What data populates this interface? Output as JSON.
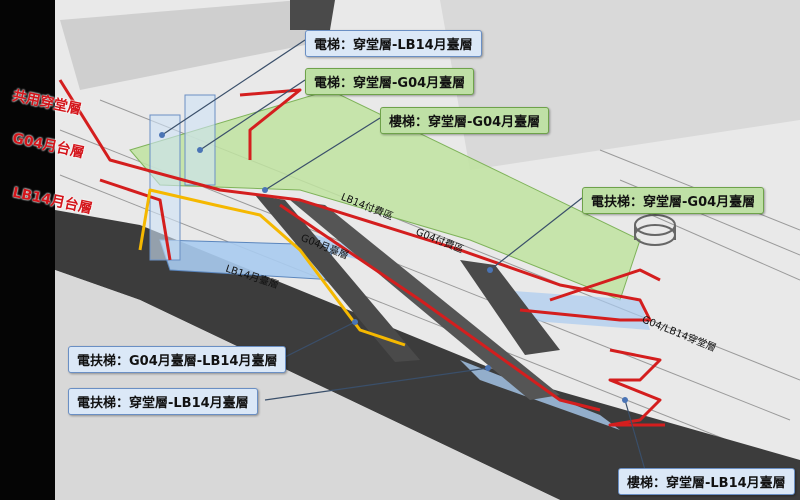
{
  "floor_labels": {
    "concourse": "共用穿堂層",
    "g04_platform": "G04月台層",
    "lb14_platform": "LB14月台層"
  },
  "callouts": {
    "elevator_concourse_lb14": "電梯：穿堂層-LB14月臺層",
    "elevator_concourse_g04": "電梯：穿堂層-G04月臺層",
    "stair_concourse_g04": "樓梯：穿堂層-G04月臺層",
    "escalator_concourse_g04": "電扶梯：穿堂層-G04月臺層",
    "escalator_g04_lb14": "電扶梯：G04月臺層-LB14月臺層",
    "escalator_concourse_lb14": "電扶梯：穿堂層-LB14月臺層",
    "stair_concourse_lb14": "樓梯：穿堂層-LB14月臺層"
  },
  "area_labels": {
    "lb14_paid_area": "LB14付費區",
    "g04_paid_area": "G04付費區",
    "g04_platform_area": "G04月臺層",
    "lb14_platform_area": "LB14月臺層",
    "g04_lb14_concourse": "G04/LB14穿堂層"
  },
  "colors": {
    "route_red": "#d41e1e",
    "route_yellow": "#f5b800",
    "concourse_green": "#bfe3a0",
    "platform_blue": "#a9cbef",
    "leader_line": "#3a4f6a"
  }
}
